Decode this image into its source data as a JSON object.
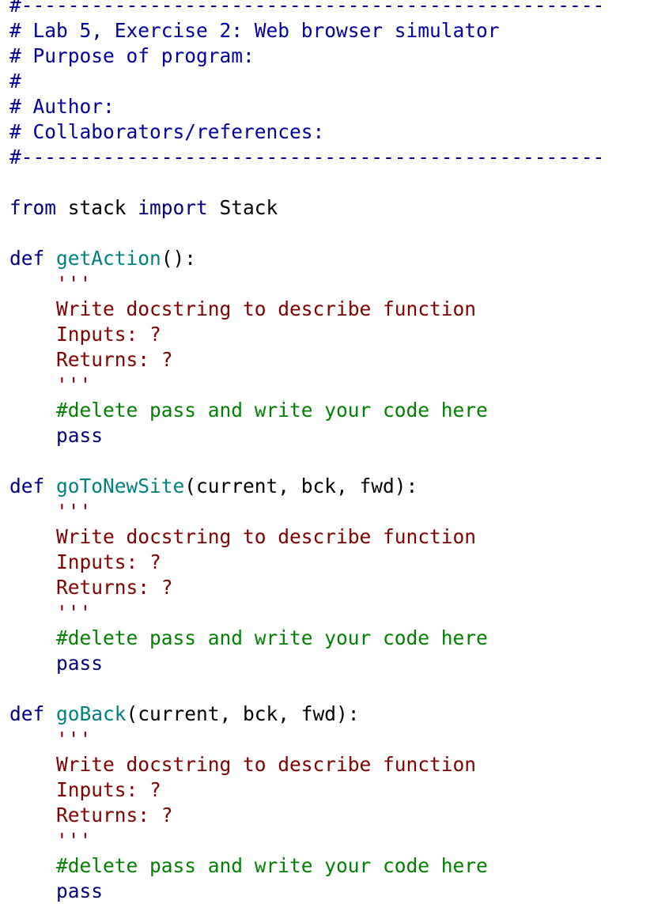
{
  "editor": {
    "language": "python",
    "colors": {
      "comment": "#0000a0",
      "keyword": "#000080",
      "function_name": "#008080",
      "docstring": "#800000",
      "inline_comment": "#008000",
      "plain": "#000000",
      "background": "#ffffff"
    },
    "lines": [
      [
        {
          "t": "#--------------------------------------------------",
          "c": "comment"
        }
      ],
      [
        {
          "t": "# Lab 5, Exercise 2: Web browser simulator",
          "c": "comment"
        }
      ],
      [
        {
          "t": "# Purpose of program:",
          "c": "comment"
        }
      ],
      [
        {
          "t": "#",
          "c": "comment"
        }
      ],
      [
        {
          "t": "# Author:",
          "c": "comment"
        }
      ],
      [
        {
          "t": "# Collaborators/references:",
          "c": "comment"
        }
      ],
      [
        {
          "t": "#--------------------------------------------------",
          "c": "comment"
        }
      ],
      [],
      [
        {
          "t": "from",
          "c": "kw"
        },
        {
          "t": " stack ",
          "c": "plain"
        },
        {
          "t": "import",
          "c": "kw"
        },
        {
          "t": " Stack",
          "c": "plain"
        }
      ],
      [],
      [
        {
          "t": "def",
          "c": "kw"
        },
        {
          "t": " ",
          "c": "plain"
        },
        {
          "t": "getAction",
          "c": "fn"
        },
        {
          "t": "():",
          "c": "plain"
        }
      ],
      [
        {
          "t": "    '''",
          "c": "str"
        }
      ],
      [
        {
          "t": "    Write docstring to describe function",
          "c": "str"
        }
      ],
      [
        {
          "t": "    Inputs: ?",
          "c": "str"
        }
      ],
      [
        {
          "t": "    Returns: ?",
          "c": "str"
        }
      ],
      [
        {
          "t": "    '''",
          "c": "str"
        }
      ],
      [
        {
          "t": "    #delete pass and write your code here",
          "c": "green"
        }
      ],
      [
        {
          "t": "    ",
          "c": "plain"
        },
        {
          "t": "pass",
          "c": "kw"
        }
      ],
      [],
      [
        {
          "t": "def",
          "c": "kw"
        },
        {
          "t": " ",
          "c": "plain"
        },
        {
          "t": "goToNewSite",
          "c": "fn"
        },
        {
          "t": "(current, bck, fwd):",
          "c": "plain"
        }
      ],
      [
        {
          "t": "    '''",
          "c": "str"
        }
      ],
      [
        {
          "t": "    Write docstring to describe function",
          "c": "str"
        }
      ],
      [
        {
          "t": "    Inputs: ?",
          "c": "str"
        }
      ],
      [
        {
          "t": "    Returns: ?",
          "c": "str"
        }
      ],
      [
        {
          "t": "    '''",
          "c": "str"
        }
      ],
      [
        {
          "t": "    #delete pass and write your code here",
          "c": "green"
        }
      ],
      [
        {
          "t": "    ",
          "c": "plain"
        },
        {
          "t": "pass",
          "c": "kw"
        }
      ],
      [],
      [
        {
          "t": "def",
          "c": "kw"
        },
        {
          "t": " ",
          "c": "plain"
        },
        {
          "t": "goBack",
          "c": "fn"
        },
        {
          "t": "(current, bck, fwd):",
          "c": "plain"
        }
      ],
      [
        {
          "t": "    '''",
          "c": "str"
        }
      ],
      [
        {
          "t": "    Write docstring to describe function",
          "c": "str"
        }
      ],
      [
        {
          "t": "    Inputs: ?",
          "c": "str"
        }
      ],
      [
        {
          "t": "    Returns: ?",
          "c": "str"
        }
      ],
      [
        {
          "t": "    '''",
          "c": "str"
        }
      ],
      [
        {
          "t": "    #delete pass and write your code here",
          "c": "green"
        }
      ],
      [
        {
          "t": "    ",
          "c": "plain"
        },
        {
          "t": "pass",
          "c": "kw"
        }
      ]
    ]
  }
}
